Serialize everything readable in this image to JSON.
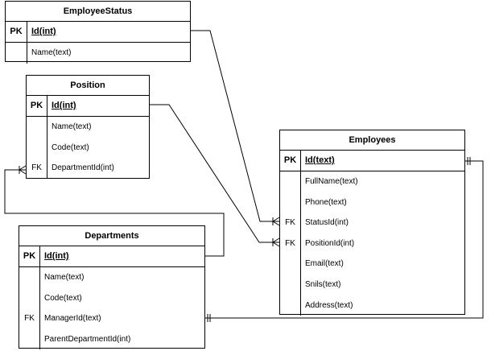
{
  "entities": {
    "employee_status": {
      "title": "EmployeeStatus",
      "pk": {
        "key": "PK",
        "name": "Id(int)"
      },
      "fields": [
        {
          "key": "",
          "name": "Name(text)"
        }
      ]
    },
    "position": {
      "title": "Position",
      "pk": {
        "key": "PK",
        "name": "Id(int)"
      },
      "fields": [
        {
          "key": "",
          "name": "Name(text)"
        },
        {
          "key": "",
          "name": "Code(text)"
        },
        {
          "key": "FK",
          "name": "DepartmentId(int)"
        }
      ]
    },
    "departments": {
      "title": "Departments",
      "pk": {
        "key": "PK",
        "name": "Id(int)"
      },
      "fields": [
        {
          "key": "",
          "name": "Name(text)"
        },
        {
          "key": "",
          "name": "Code(text)"
        },
        {
          "key": "FK",
          "name": "ManagerId(text)"
        },
        {
          "key": "",
          "name": "ParentDepartmentId(int)"
        }
      ]
    },
    "employees": {
      "title": "Employees",
      "pk": {
        "key": "PK",
        "name": "Id(text)"
      },
      "fields": [
        {
          "key": "",
          "name": "FullName(text)"
        },
        {
          "key": "",
          "name": "Phone(text)"
        },
        {
          "key": "FK",
          "name": "StatusId(int)"
        },
        {
          "key": "FK",
          "name": "PositionId(int)"
        },
        {
          "key": "",
          "name": "Email(text)"
        },
        {
          "key": "",
          "name": "Snils(text)"
        },
        {
          "key": "",
          "name": "Address(text)"
        }
      ]
    }
  }
}
